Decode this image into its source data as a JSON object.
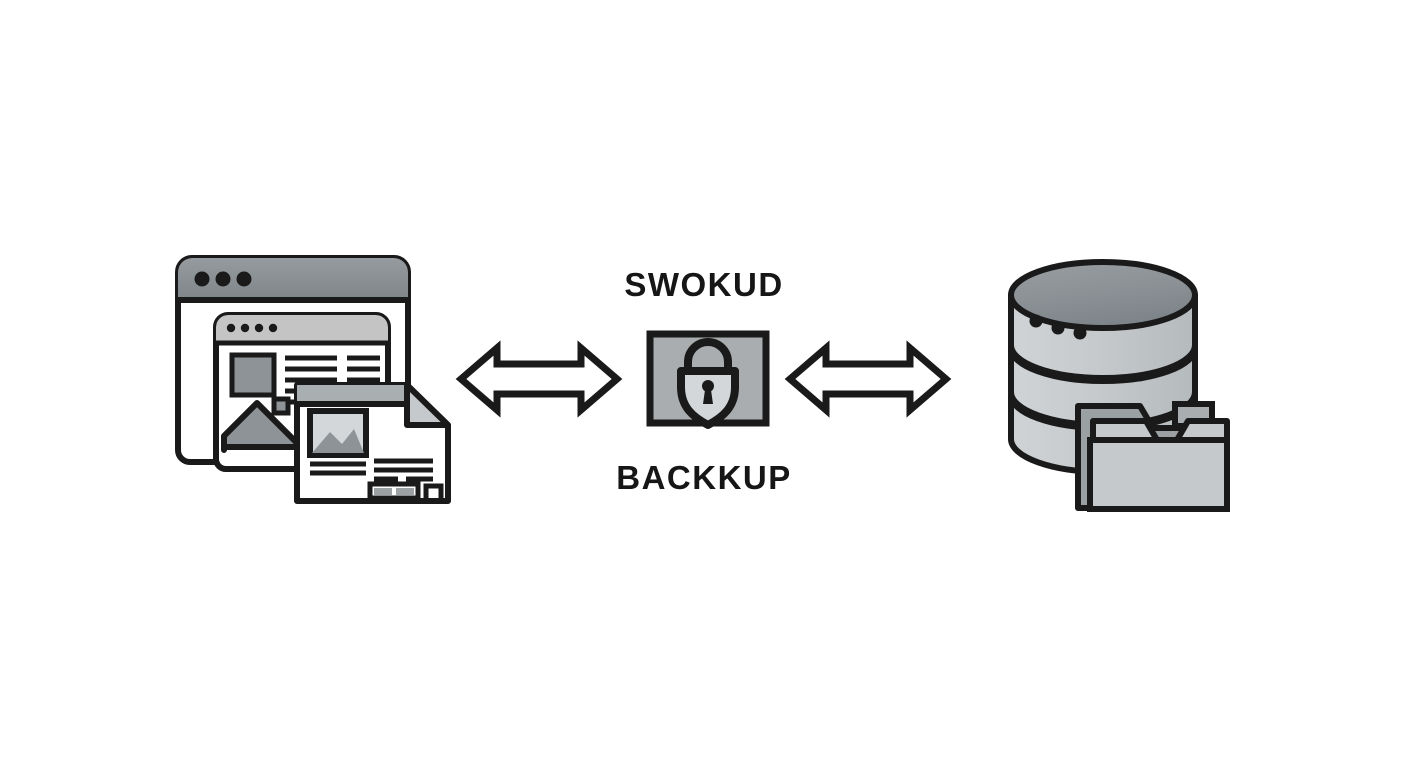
{
  "diagram": {
    "title_top": "SWOKUD",
    "title_bottom": "BACKKUP",
    "background_color": "#ffffff",
    "stroke_color": "#1a1a1a",
    "text_color": "#161616",
    "nodes": [
      {
        "id": "source-windows",
        "name": "browser-windows-documents",
        "description": "Stack of two browser windows and one document page with folded corner",
        "position": "left"
      },
      {
        "id": "secure-lock",
        "name": "secure-lock-panel",
        "description": "Gray panel containing a padlock shield icon representing encrypted transfer",
        "position": "center"
      },
      {
        "id": "database-store",
        "name": "database-cylinder-folder",
        "description": "Three tier database cylinder with overlapping storage folder",
        "position": "right"
      }
    ],
    "connectors": [
      {
        "id": "arrow-left",
        "name": "bidirectional-arrow-left",
        "from": "source-windows",
        "to": "secure-lock",
        "style": "double-headed"
      },
      {
        "id": "arrow-right",
        "name": "bidirectional-arrow-right",
        "from": "secure-lock",
        "to": "database-store",
        "style": "double-headed"
      }
    ],
    "palette": {
      "outline": "#1a1a1a",
      "white": "#ffffff",
      "titlebar_dark": "#8a9094",
      "titlebar_light": "#c4c4c4",
      "panel_gray": "#a9adaf",
      "mid_gray": "#8e9397",
      "light_gray": "#c5c9cb",
      "pale_gray": "#d4d7d9",
      "doc_header": "#a9aeb0"
    }
  }
}
